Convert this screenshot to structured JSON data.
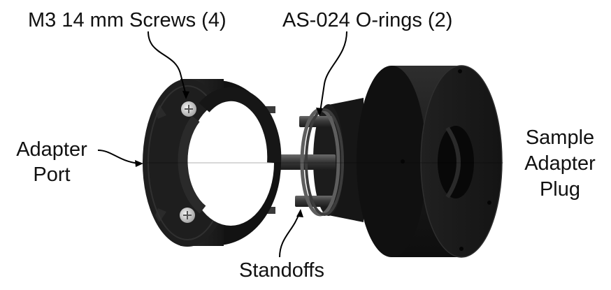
{
  "labels": {
    "screws": "M3 14 mm Screws (4)",
    "orings": "AS-024 O-rings (2)",
    "adapter_port_line1": "Adapter",
    "adapter_port_line2": "Port",
    "plug_line1": "Sample",
    "plug_line2": "Adapter",
    "plug_line3": "Plug",
    "standoffs": "Standoffs"
  },
  "colors": {
    "part_dark": "#141414",
    "part_mid": "#262626",
    "part_light": "#3a3a3a",
    "oring": "#6b6b6b",
    "screw": "#d8d8d8",
    "leader": "#000000"
  }
}
